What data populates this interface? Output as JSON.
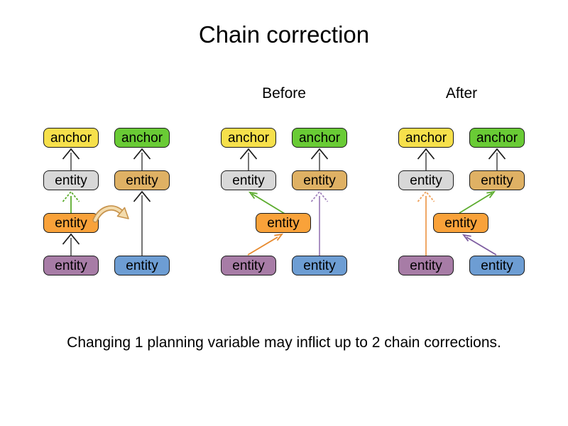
{
  "title": "Chain correction",
  "labels": {
    "before": "Before",
    "after": "After"
  },
  "caption": "Changing 1 planning variable may inflict up to 2 chain corrections.",
  "node_labels": {
    "anchor": "anchor",
    "entity": "entity"
  },
  "colors": {
    "anchor_yellow": "#F6E04B",
    "anchor_green": "#69CB35",
    "entity_gray": "#D8D8D8",
    "entity_tan": "#DFB164",
    "entity_orange": "#F9A23A",
    "entity_purple": "#A77CA6",
    "entity_blue": "#6D9DD3",
    "arrow_shaft_gray": "#757575",
    "arrow_head_black": "#1A1A1A",
    "arrow_green": "#5CAC2E",
    "arrow_orange": "#E78A2E",
    "arrow_orange_light": "#F0A765",
    "arrow_purple": "#A184BC",
    "arrow_purple_dark": "#7D5CA0",
    "move_arrow_fill": "#F3DCAE",
    "move_arrow_outline": "#C8944D"
  }
}
